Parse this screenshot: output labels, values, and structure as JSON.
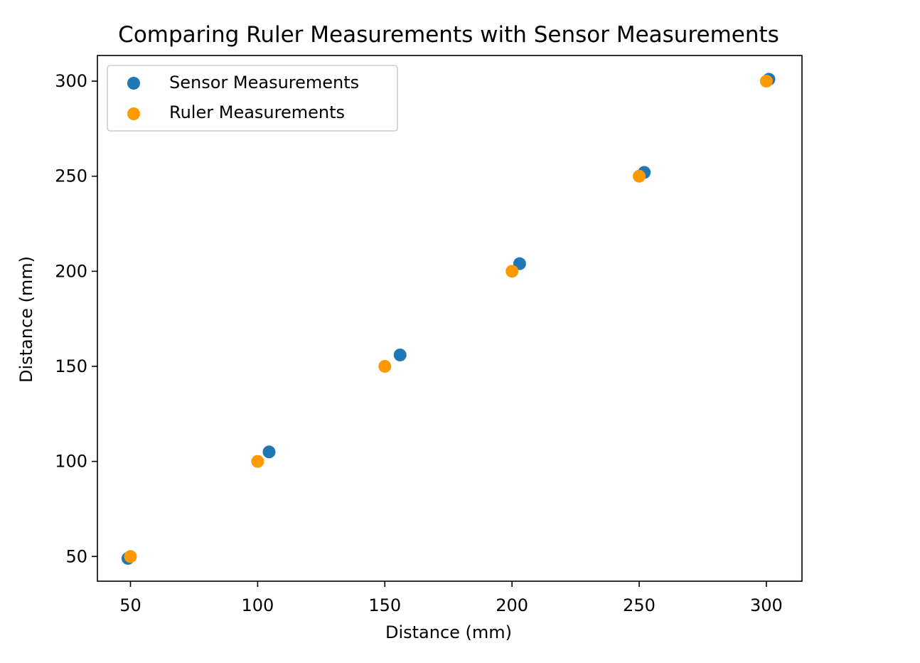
{
  "chart_data": {
    "type": "scatter",
    "title": "Comparing Ruler Measurements with Sensor Measurements",
    "xlabel": "Distance (mm)",
    "ylabel": "Distance (mm)",
    "xlim": [
      37,
      314
    ],
    "ylim": [
      37,
      313.5
    ],
    "xticks": [
      50,
      100,
      150,
      200,
      250,
      300
    ],
    "yticks": [
      50,
      100,
      150,
      200,
      250,
      300
    ],
    "grid": false,
    "legend_position": "upper-left",
    "series": [
      {
        "name": "Sensor Measurements",
        "color": "#1f77b4",
        "points": [
          {
            "x": 49,
            "y": 49
          },
          {
            "x": 104.5,
            "y": 105
          },
          {
            "x": 156,
            "y": 156
          },
          {
            "x": 203,
            "y": 204
          },
          {
            "x": 252,
            "y": 252
          },
          {
            "x": 301,
            "y": 301
          }
        ]
      },
      {
        "name": "Ruler Measurements",
        "color": "#ff9900",
        "points": [
          {
            "x": 50,
            "y": 50
          },
          {
            "x": 100,
            "y": 100
          },
          {
            "x": 150,
            "y": 150
          },
          {
            "x": 200,
            "y": 200
          },
          {
            "x": 250,
            "y": 250
          },
          {
            "x": 300,
            "y": 300
          }
        ]
      }
    ]
  }
}
